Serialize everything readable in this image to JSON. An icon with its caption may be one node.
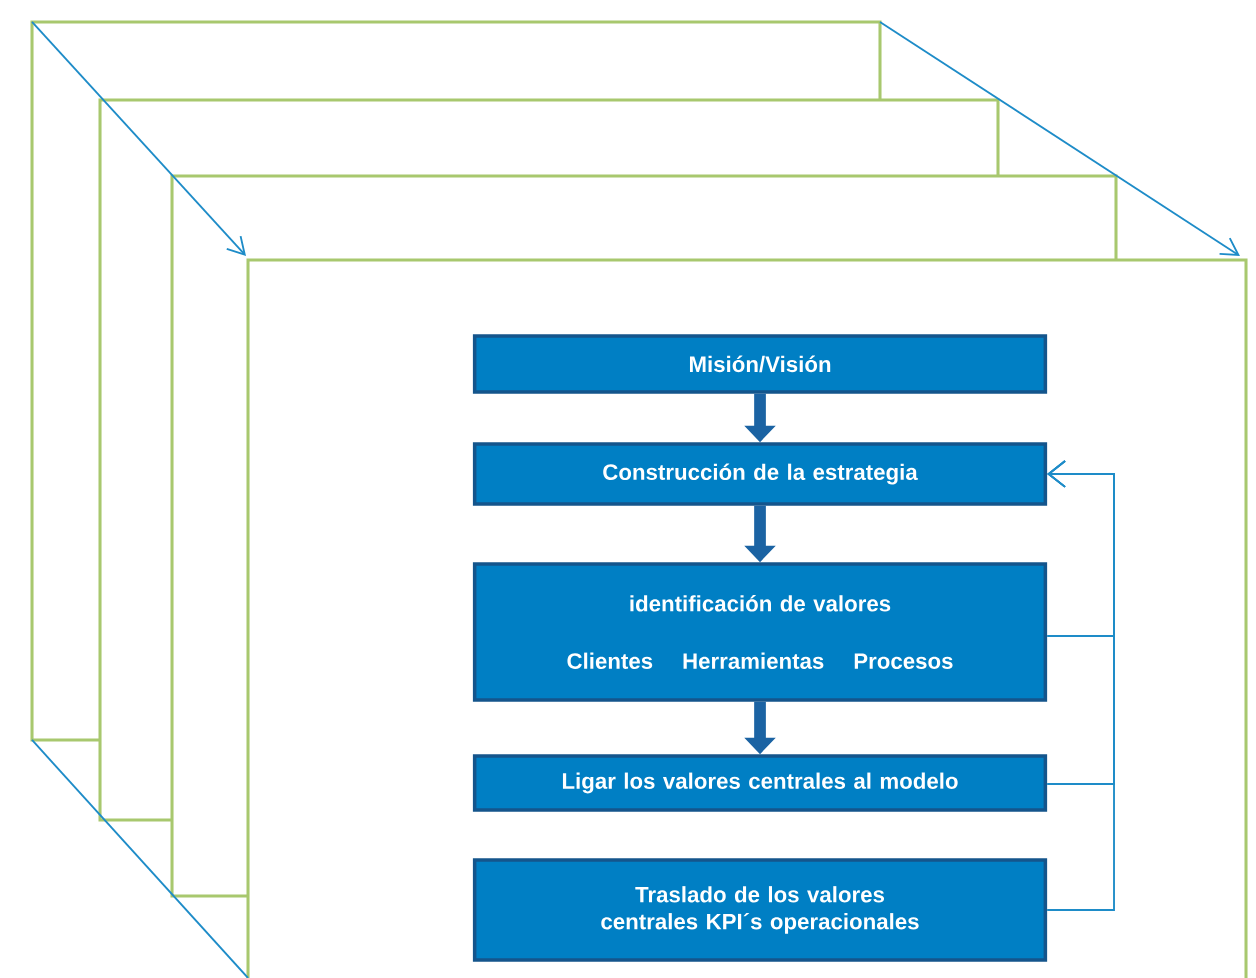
{
  "diagram": {
    "nodes": [
      {
        "text": [
          "Misión/Visión"
        ]
      },
      {
        "text": [
          "Construcción de la estrategia"
        ]
      },
      {
        "text": [
          "identificación de valores",
          "Clientes",
          "Herramientas",
          "Procesos"
        ]
      },
      {
        "text": [
          "Ligar los valores centrales al modelo"
        ]
      },
      {
        "text": [
          "Traslado de los valores centrales KPI´s operacionales"
        ]
      }
    ],
    "edges": [
      {
        "from": 0,
        "to": 1,
        "arrow": "to",
        "style": "thick",
        "color": "#1b63a3"
      },
      {
        "from": 1,
        "to": 2,
        "arrow": "to",
        "style": "thick",
        "color": "#1b63a3"
      },
      {
        "from": 2,
        "to": 3,
        "arrow": "to",
        "style": "thick",
        "color": "#1b63a3"
      },
      {
        "from": 2,
        "to": 1,
        "arrow": "to"
      },
      {
        "from": 3,
        "to": 1,
        "arrow": "to"
      },
      {
        "from": 4,
        "to": 1,
        "arrow": "to"
      }
    ]
  }
}
